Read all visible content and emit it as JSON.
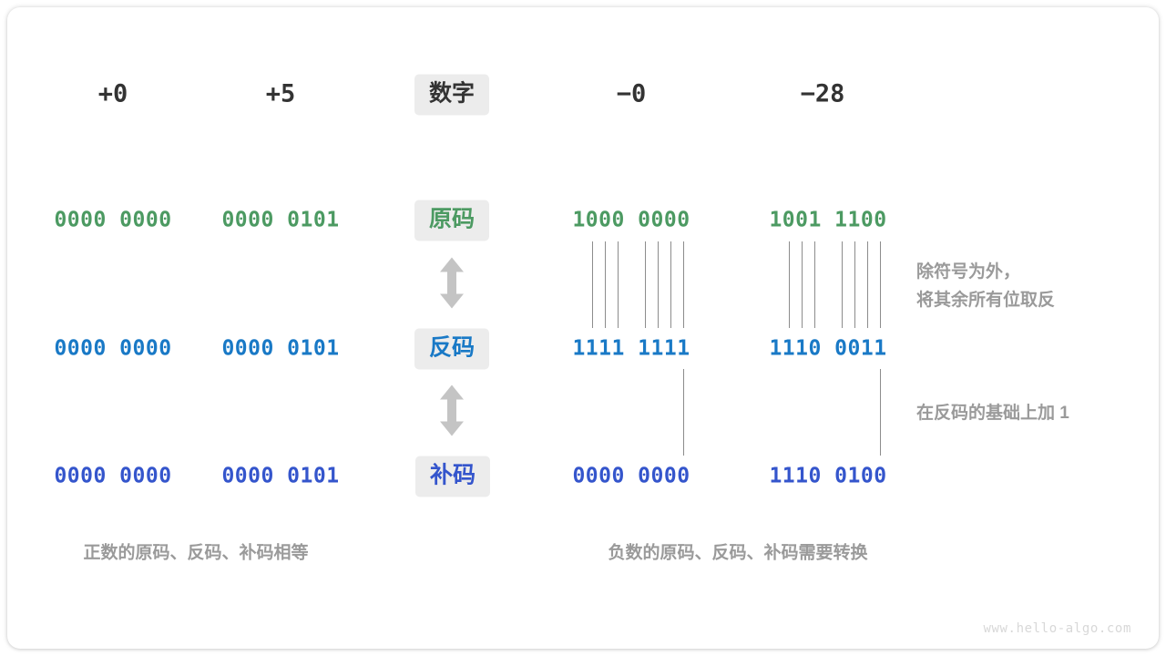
{
  "meta": {
    "watermark": "www.hello-algo.com",
    "accent_green": "#4C9A62",
    "accent_blue": "#1979C6",
    "accent_indigo": "#3455CC",
    "chip_bg": "#ECECEC",
    "note_gray": "#9A9A9A",
    "line_gray": "#8C8C8C"
  },
  "row_labels": {
    "header": "数字",
    "true_form": "原码",
    "ones_complement": "反码",
    "twos_complement": "补码"
  },
  "headers": {
    "pos_zero": "+0",
    "pos_five": "+5",
    "neg_zero": "−0",
    "neg_twentyeight": "−28"
  },
  "rows": [
    {
      "label": "原码",
      "color": "green",
      "cells": {
        "pos_zero": "0000 0000",
        "pos_five": "0000 0101",
        "neg_zero": "1000 0000",
        "neg_twentyeight": "1001 1100"
      }
    },
    {
      "label": "反码",
      "color": "blue",
      "cells": {
        "pos_zero": "0000 0000",
        "pos_five": "0000 0101",
        "neg_zero": "1111 1111",
        "neg_twentyeight": "1110 0011"
      }
    },
    {
      "label": "补码",
      "color": "indigo",
      "cells": {
        "pos_zero": "0000 0000",
        "pos_five": "0000 0101",
        "neg_zero": "0000 0000",
        "neg_twentyeight": "1110 0100"
      }
    }
  ],
  "annotations": {
    "invert_bits": "除符号为外，\n将其余所有位取反",
    "add_one": "在反码的基础上加  1"
  },
  "captions": {
    "positive": "正数的原码、反码、补码相等",
    "negative": "负数的原码、反码、补码需要转换"
  }
}
